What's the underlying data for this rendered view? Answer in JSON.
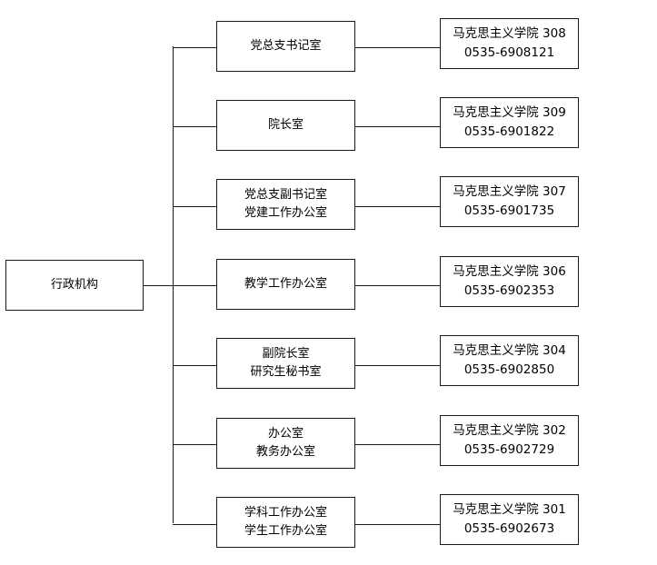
{
  "root": {
    "label": "行政机构"
  },
  "departments": [
    {
      "lines": [
        "党总支书记室"
      ],
      "contact": {
        "room": "马克思主义学院  308",
        "phone": "0535-6908121"
      }
    },
    {
      "lines": [
        "院长室"
      ],
      "contact": {
        "room": "马克思主义学院  309",
        "phone": "0535-6901822"
      }
    },
    {
      "lines": [
        "党总支副书记室",
        "党建工作办公室"
      ],
      "contact": {
        "room": "马克思主义学院  307",
        "phone": "0535-6901735"
      }
    },
    {
      "lines": [
        "教学工作办公室"
      ],
      "contact": {
        "room": "马克思主义学院  306",
        "phone": "0535-6902353"
      }
    },
    {
      "lines": [
        "副院长室",
        "研究生秘书室"
      ],
      "contact": {
        "room": "马克思主义学院  304",
        "phone": "0535-6902850"
      }
    },
    {
      "lines": [
        "办公室",
        "教务办公室"
      ],
      "contact": {
        "room": "马克思主义学院  302",
        "phone": "0535-6902729"
      }
    },
    {
      "lines": [
        "学科工作办公室",
        "学生工作办公室"
      ],
      "contact": {
        "room": "马克思主义学院  301",
        "phone": "0535-6902673"
      }
    }
  ]
}
